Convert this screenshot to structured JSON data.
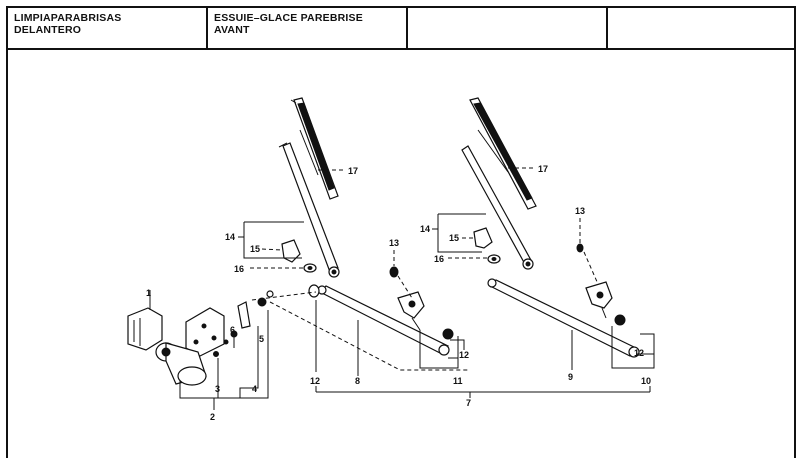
{
  "header": {
    "col1_line1": "LIMPIAPARABRISAS",
    "col1_line2": "DELANTERO",
    "col2_line1": "ESSUIE–GLACE PAREBRISE",
    "col2_line2": "AVANT",
    "col3": "",
    "col4": ""
  },
  "callouts": {
    "n1": "1",
    "n2": "2",
    "n3": "3",
    "n4": "4",
    "n5": "5",
    "n6": "6",
    "n7": "7",
    "n8": "8",
    "n9": "9",
    "n10": "10",
    "n11": "11",
    "n12a": "12",
    "n12b": "12",
    "n12c": "12",
    "n13a": "13",
    "n13b": "13",
    "n14a": "14",
    "n14b": "14",
    "n15a": "15",
    "n15b": "15",
    "n16a": "16",
    "n16b": "16",
    "n17a": "17",
    "n17b": "17"
  }
}
